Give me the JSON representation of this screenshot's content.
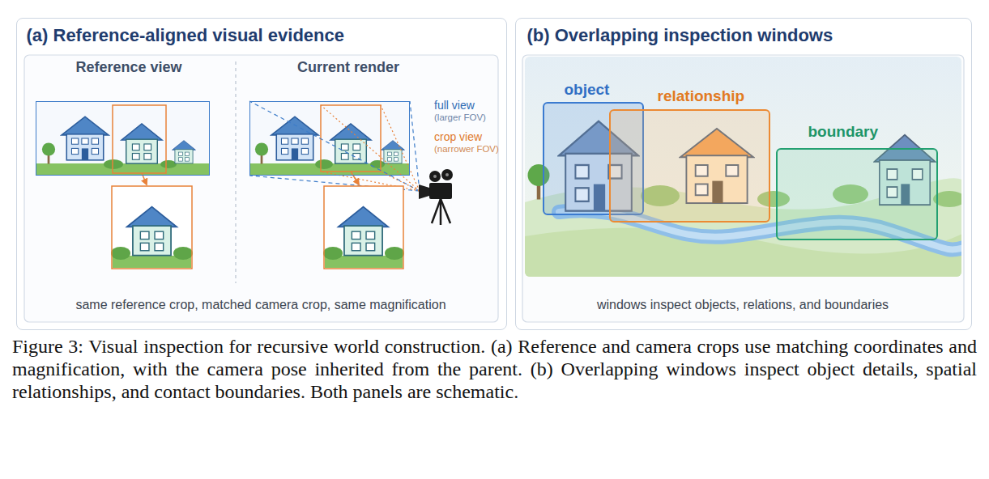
{
  "diagram": {
    "caption": "Figure 3: Visual inspection for recursive world construction. (a) Reference and camera crops use matching coordinates and magnification, with the camera pose inherited from the parent. (b) Overlapping windows inspect object details, spatial relationships, and contact boundaries. Both panels are schematic.",
    "nodes": [
      {
        "text": [
          "(a) Reference-aligned visual evidence",
          "same reference crop, matched camera crop, same magnification"
        ]
      },
      {
        "text": [
          "Reference view"
        ],
        "in": 0
      },
      {
        "text": [
          "Current render"
        ],
        "in": 0
      },
      {
        "text": [
          "(b) Overlapping inspection windows",
          "windows inspect objects, relations, and boundaries"
        ]
      },
      {
        "text": [
          "object"
        ],
        "in": 3
      },
      {
        "text": [
          "relationship"
        ],
        "in": 3
      },
      {
        "text": [
          "boundary"
        ],
        "in": 3
      }
    ],
    "labels": [
      "full view",
      "(larger FOV)",
      "crop view",
      "(narrower FOV)"
    ]
  }
}
